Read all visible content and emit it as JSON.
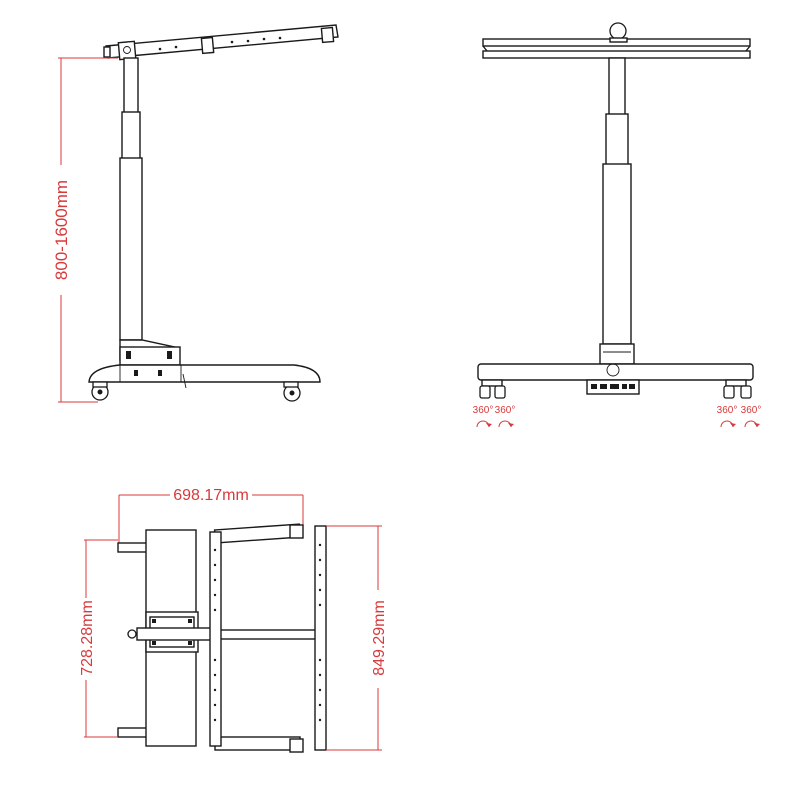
{
  "colors": {
    "line": "#1a1a1a",
    "dimension": "#d8393b",
    "background": "#ffffff"
  },
  "views": {
    "side": {
      "height_dimension": "800-1600mm"
    },
    "front": {
      "rotation_labels": [
        "360°",
        "360°",
        "360°",
        "360°"
      ]
    },
    "top": {
      "width_dimension": "698.17mm",
      "left_height_dimension": "728.28mm",
      "right_height_dimension": "849.29mm"
    }
  }
}
